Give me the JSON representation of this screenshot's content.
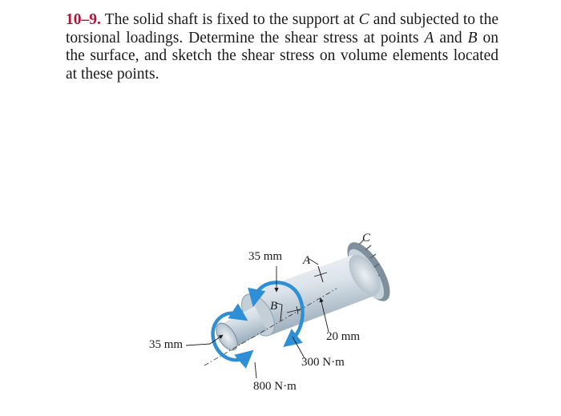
{
  "problem": {
    "number": "10–9.",
    "segments": [
      {
        "text": " The solid shaft is fixed to the support at ",
        "italic": false
      },
      {
        "text": "C",
        "italic": true
      },
      {
        "text": " and subjected to the torsional loadings. Determine the shear stress at points ",
        "italic": false
      },
      {
        "text": "A",
        "italic": true
      },
      {
        "text": " and ",
        "italic": false
      },
      {
        "text": "B",
        "italic": true
      },
      {
        "text": " on the surface, and sketch the shear stress on volume elements located at these points.",
        "italic": false
      }
    ]
  },
  "figure": {
    "point_c": "C",
    "point_a": "A",
    "point_b": "B",
    "dim_top": "35 mm",
    "dim_left": "35 mm",
    "dim_right": "20 mm",
    "torque_1": "300 N·m",
    "torque_2": "800 N·m",
    "colors": {
      "torque_arrow": "#2f8fd6",
      "shaft_light": "#eef3f7",
      "shaft_dark": "#8ea3b3",
      "wall": "#7f8f9c"
    }
  }
}
